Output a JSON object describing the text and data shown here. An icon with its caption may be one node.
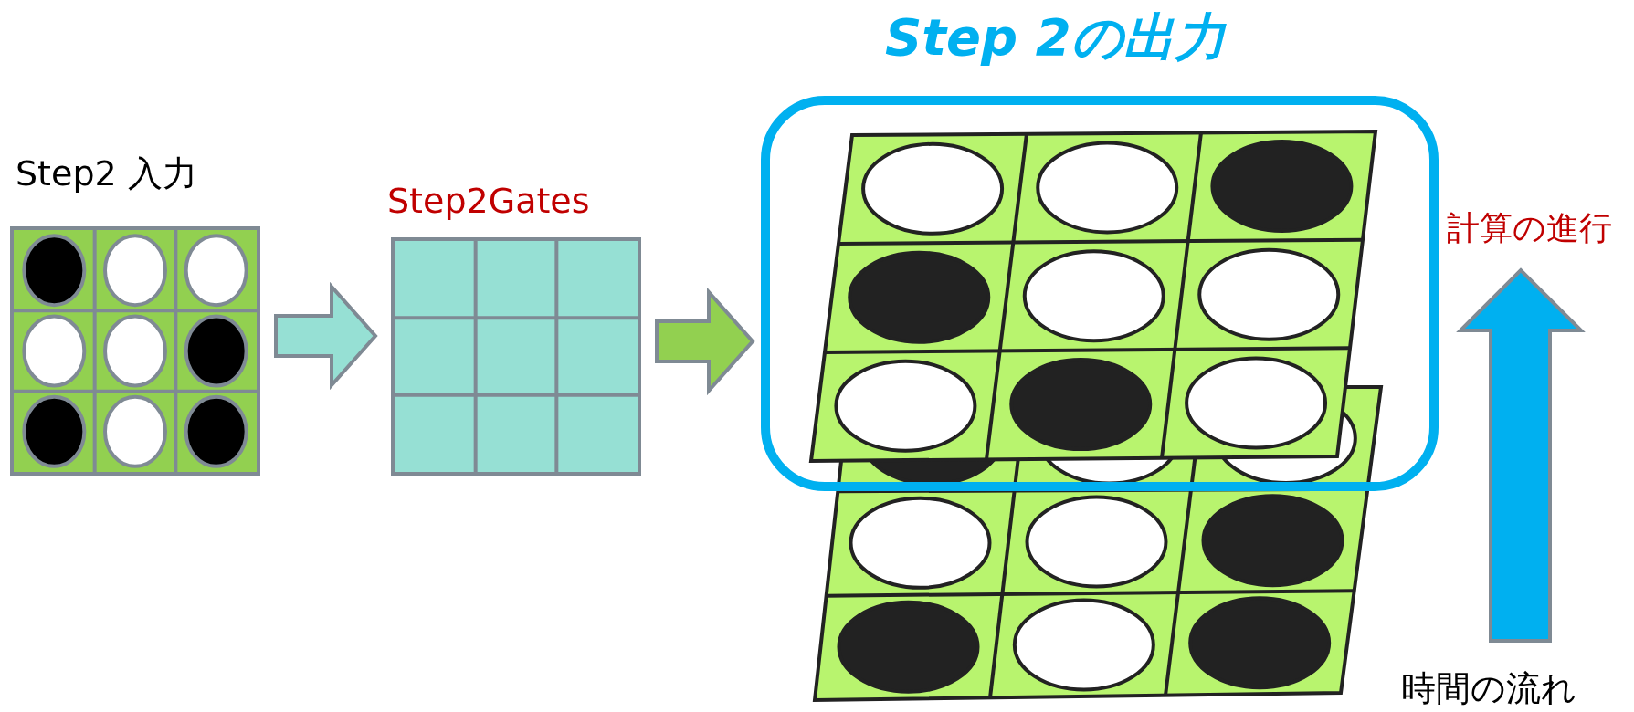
{
  "diagram": {
    "nodes": [
      {
        "text": [
          "Step2 入力"
        ]
      },
      {
        "text": [
          "Step2Gates"
        ]
      },
      {
        "text": [
          "Step 2の出力"
        ]
      }
    ],
    "edges": [
      {
        "from": 0,
        "to": 1,
        "arrow": "to",
        "color": "#96e0d4"
      },
      {
        "from": 1,
        "to": 2,
        "arrow": "to",
        "color": "#92d050"
      }
    ],
    "labels": [
      "計算の進行",
      "時間の流れ"
    ]
  }
}
